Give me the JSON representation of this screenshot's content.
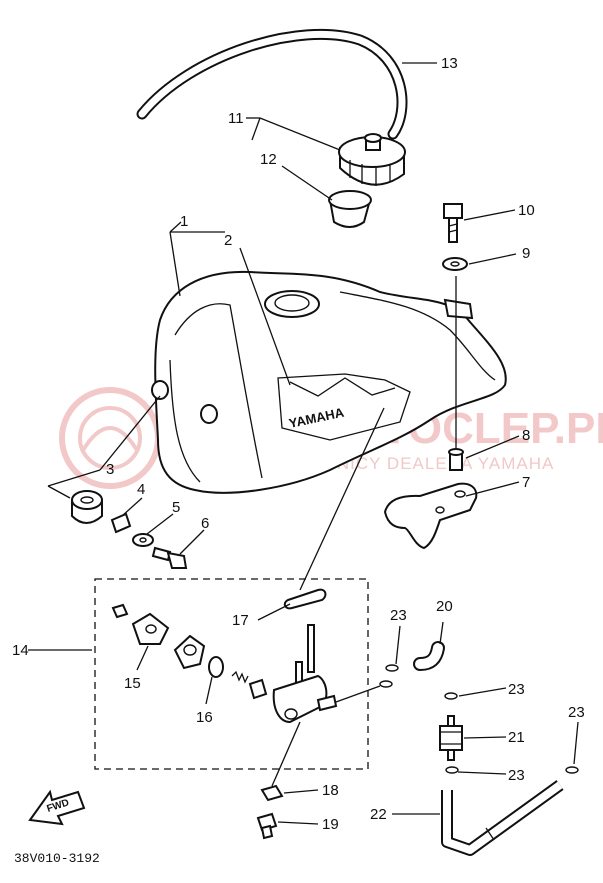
{
  "watermark": {
    "main": "TAKAMOTOCLEP.PL",
    "sub": "WSPÓŁPRACOWNICY DEALERA YAMAHA"
  },
  "diagram": {
    "code": "38V010-3192",
    "fwd": "FWD",
    "tank_logo": "YAMAHA"
  },
  "callouts": [
    "1",
    "2",
    "3",
    "4",
    "5",
    "6",
    "7",
    "8",
    "9",
    "10",
    "11",
    "12",
    "13",
    "14",
    "15",
    "16",
    "17",
    "18",
    "19",
    "20",
    "21",
    "22",
    "23",
    "23",
    "23",
    "23"
  ]
}
